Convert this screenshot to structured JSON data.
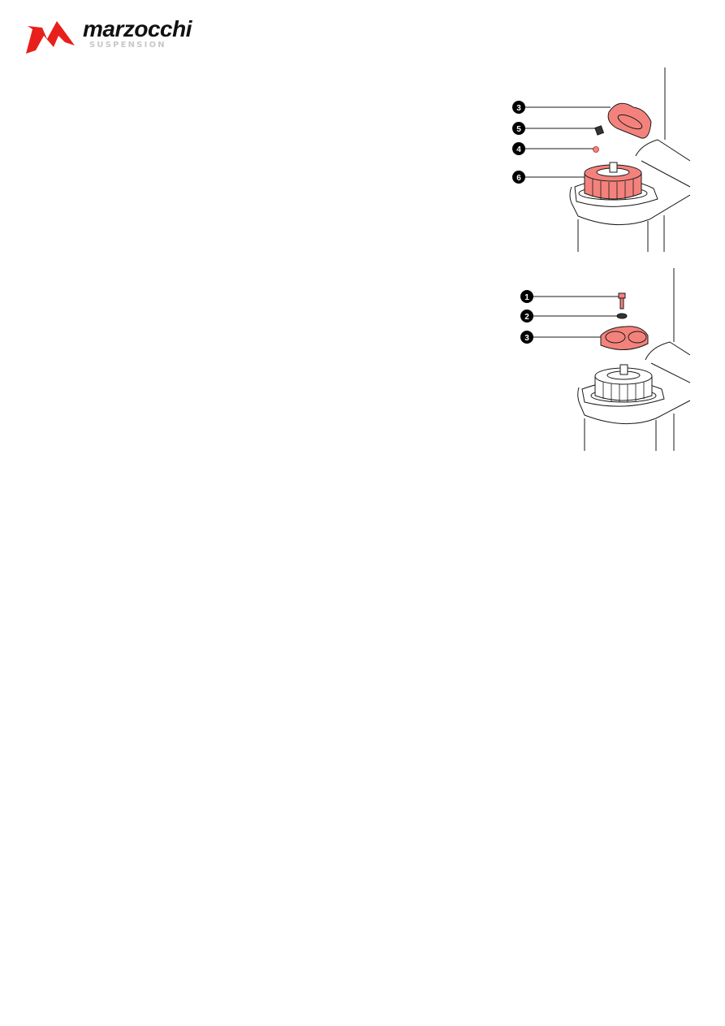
{
  "header": {
    "brand_name": "marzocchi",
    "brand_subtitle": "SUSPENSION",
    "brand_color": "#e8201c"
  },
  "figures": [
    {
      "id": "exploded-view-top-cap",
      "callouts": [
        {
          "number": "3",
          "part": "adjuster-knob"
        },
        {
          "number": "5",
          "part": "set-screw"
        },
        {
          "number": "4",
          "part": "detent-ball"
        },
        {
          "number": "6",
          "part": "top-cap"
        }
      ]
    },
    {
      "id": "exploded-view-knob-bolt",
      "callouts": [
        {
          "number": "1",
          "part": "bolt"
        },
        {
          "number": "2",
          "part": "washer"
        },
        {
          "number": "3",
          "part": "adjuster-knob"
        }
      ]
    }
  ],
  "colors": {
    "part_highlight": "#f4827c",
    "line": "#1a1a1a",
    "callout_bg": "#000000"
  }
}
